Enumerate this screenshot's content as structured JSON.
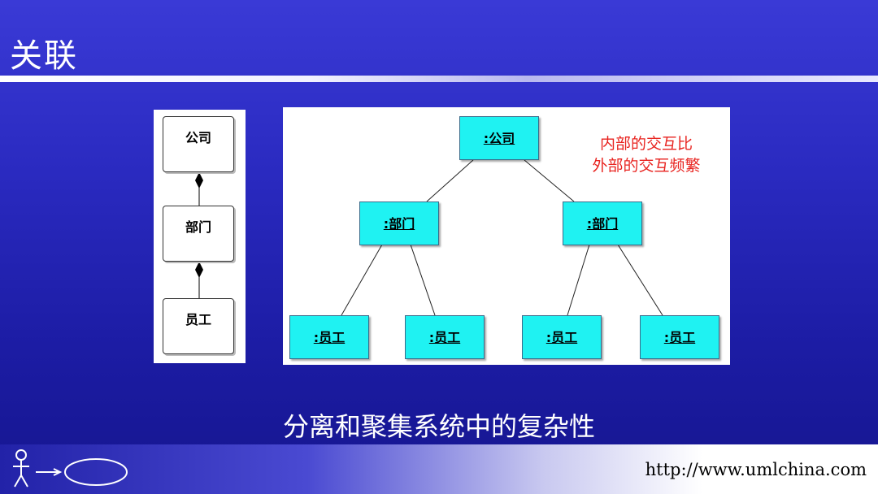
{
  "slide": {
    "title": "关联",
    "caption": "分离和聚集系统中的复杂性",
    "footer_url": "http://www.umlchina.com"
  },
  "class_diagram": {
    "classes": [
      "公司",
      "部门",
      "员工"
    ],
    "relation": "composition"
  },
  "object_diagram": {
    "root": ":公司",
    "departments": [
      ":部门",
      ":部门"
    ],
    "employees": [
      ":员工",
      ":员工",
      ":员工",
      ":员工"
    ],
    "note_line1": "内部的交互比",
    "note_line2": "外部的交互频繁",
    "note_color": "#e8231f",
    "object_color": "#1ff2f2"
  },
  "footer_logo": {
    "icon": "actor-usecase-icon"
  }
}
